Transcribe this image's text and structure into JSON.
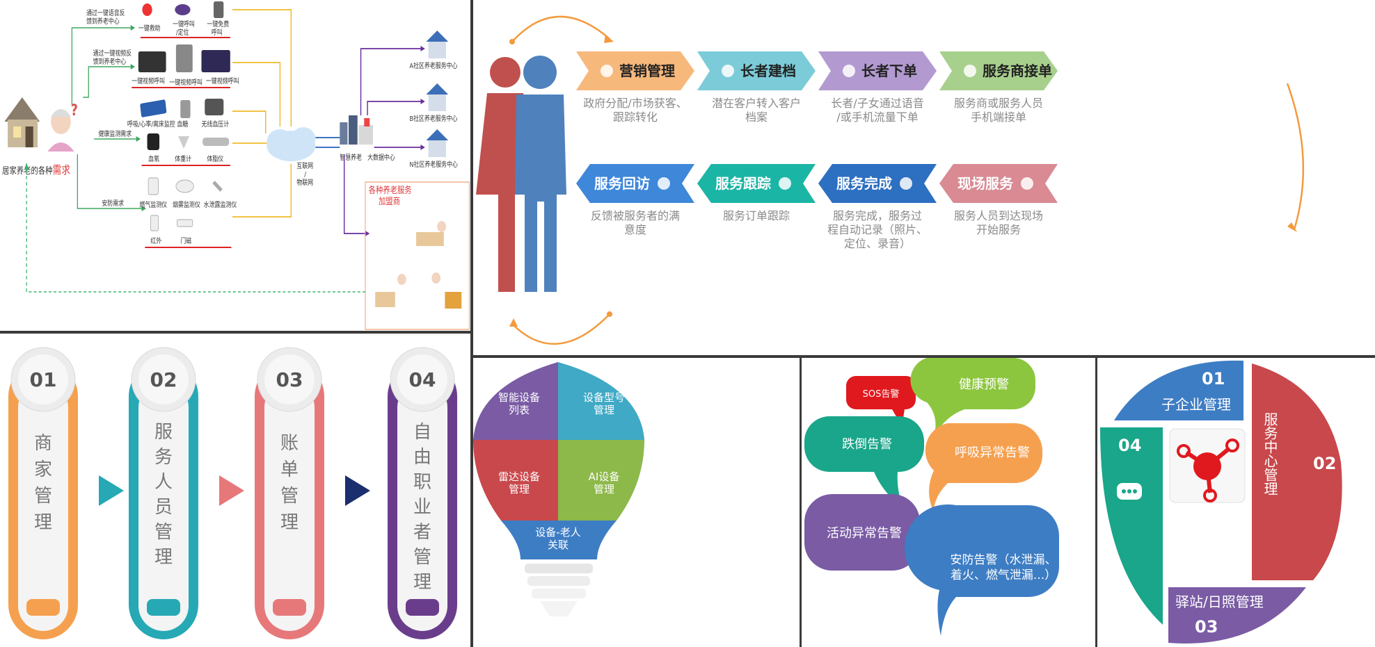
{
  "colors": {
    "orange": "#F5A04F",
    "teal": "#26A9B5",
    "salmon": "#E7787A",
    "purple": "#6A3D8C",
    "navy": "#1B2E6E",
    "chev_orange": "#F7B87C",
    "chev_cyan": "#7CCBD8",
    "chev_lavender": "#B29AD0",
    "chev_green": "#A8D08D",
    "chev_blue": "#3E87D9",
    "chev_teal": "#1BB5A6",
    "chev_navy": "#2D6FC1",
    "chev_pink": "#D98A93"
  },
  "top_left_diagram": {
    "home_label_prefix": "居家养老的各种",
    "home_label_emphasis": "需求",
    "voice_note": "通过一键语音反\n馈到养老中心",
    "video_note": "通过一键视频反\n馈到养老中心",
    "health_note": "健康监测需求",
    "security_note": "安防需求",
    "voice_devices": [
      "一键救助",
      "一键呼叫\n/定位",
      "一键免费\n呼叫"
    ],
    "video_devices": [
      "一键视频呼叫",
      "一键视频呼叫",
      "一键视频呼叫"
    ],
    "health_row1": [
      "呼吸/心率/离床监控",
      "血糖",
      "无线血压计"
    ],
    "health_row2": [
      "血氧",
      "体重计",
      "体脂仪"
    ],
    "security_row1": [
      "燃气监测仪",
      "烟雾监测仪",
      "水泄露监测仪"
    ],
    "security_row2": [
      "红外",
      "门磁"
    ],
    "cloud_label": "互联网\n/\n物联网",
    "smart_care_label": "智慧养老",
    "bigdata_label": "大数据中心",
    "centers": [
      "A社区养老服务中心",
      "B社区养老服务中心",
      "N社区养老服务中心"
    ],
    "franchise_title": "各种养老服务\n加盟商"
  },
  "process_flow": {
    "steps": [
      {
        "title": "营销管理",
        "desc": "政府分配/市场获客、\n跟踪转化",
        "icon": "pencil-icon"
      },
      {
        "title": "长者建档",
        "desc": "潜在客户转入客户\n档案",
        "icon": "clipboard-icon"
      },
      {
        "title": "长者下单",
        "desc": "长者/子女通过语音\n/或手机流量下单",
        "icon": "search-icon"
      },
      {
        "title": "服务商接单",
        "desc": "服务商或服务人员\n手机端接单",
        "icon": "tools-icon"
      },
      {
        "title": "现场服务",
        "desc": "服务人员到达现场\n开始服务",
        "icon": "brush-icon"
      },
      {
        "title": "服务完成",
        "desc": "服务完成，服务过\n程自动记录（照片、\n定位、录音）",
        "icon": "document-icon"
      },
      {
        "title": "服务跟踪",
        "desc": "服务订单跟踪",
        "icon": "printer-icon"
      },
      {
        "title": "服务回访",
        "desc": "反馈被服务者的满\n意度",
        "icon": "briefcase-icon"
      }
    ]
  },
  "management_tiles": [
    {
      "number": "01",
      "label": "商家管理"
    },
    {
      "number": "02",
      "label": "服务人员管理"
    },
    {
      "number": "03",
      "label": "账单管理"
    },
    {
      "number": "04",
      "label": "自由职业者管理"
    }
  ],
  "bulb": {
    "pieces": [
      "智能设备\n列表",
      "设备型号\n管理",
      "雷达设备\n管理",
      "AI设备\n管理",
      "设备-老人\n关联"
    ]
  },
  "alerts": {
    "items": [
      "SOS告警",
      "健康预警",
      "跌倒告警",
      "呼吸异常告警",
      "活动异常告警",
      "安防告警（水泄漏、\n着火、燃气泄漏...）"
    ]
  },
  "circle_mgmt": {
    "segments": [
      {
        "number": "01",
        "label": "子企业管理"
      },
      {
        "number": "02",
        "label": "服务中心管理"
      },
      {
        "number": "03",
        "label": "驿站/日照管理"
      },
      {
        "number": "04",
        "label": ""
      }
    ]
  }
}
